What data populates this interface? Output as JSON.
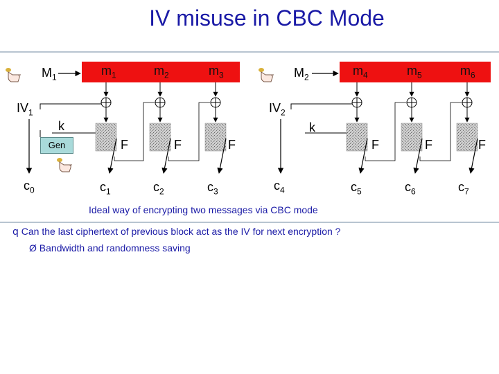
{
  "title": "IV misuse in CBC Mode",
  "messages_left": [
    {
      "base": "M",
      "sub": "1"
    },
    {
      "base": "m",
      "sub": "1"
    },
    {
      "base": "m",
      "sub": "2"
    },
    {
      "base": "m",
      "sub": "3"
    }
  ],
  "messages_right": [
    {
      "base": "M",
      "sub": "2"
    },
    {
      "base": "m",
      "sub": "4"
    },
    {
      "base": "m",
      "sub": "5"
    },
    {
      "base": "m",
      "sub": "6"
    }
  ],
  "iv": [
    {
      "base": "IV",
      "sub": "1"
    },
    {
      "base": "IV",
      "sub": "2"
    }
  ],
  "key_label": "k",
  "gen_label": "Gen",
  "f_label": "F",
  "ciphertexts": [
    {
      "base": "c",
      "sub": "0"
    },
    {
      "base": "c",
      "sub": "1"
    },
    {
      "base": "c",
      "sub": "2"
    },
    {
      "base": "c",
      "sub": "3"
    },
    {
      "base": "c",
      "sub": "4"
    },
    {
      "base": "c",
      "sub": "5"
    },
    {
      "base": "c",
      "sub": "6"
    },
    {
      "base": "c",
      "sub": "7"
    }
  ],
  "caption": "Ideal way of encrypting two messages via CBC mode",
  "bullets": [
    {
      "marker": "q",
      "text": "Can the last ciphertext of previous block act as the IV for next encryption ?"
    },
    {
      "marker": "Ø",
      "text": "Bandwidth and randomness saving"
    }
  ],
  "colors": {
    "title": "#1a1aa6",
    "message_box": "#ee1111",
    "gen_box": "#a9dada",
    "rule": "#b8c4d0"
  }
}
